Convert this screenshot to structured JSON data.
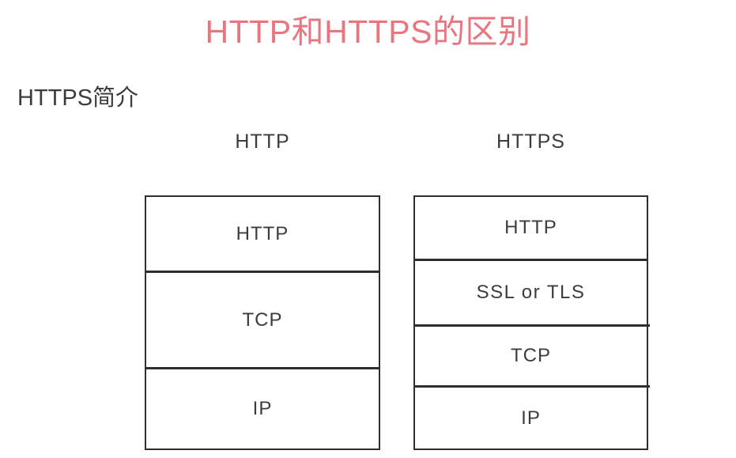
{
  "page": {
    "title": "HTTP和HTTPS的区别",
    "title_color": "#e8767e",
    "section_heading": "HTTPS简介",
    "text_color": "#3c3c3c",
    "background": "#ffffff"
  },
  "diagram": {
    "type": "protocol-stack-comparison",
    "stacks": [
      {
        "id": "http-stack",
        "header": "HTTP",
        "layers": [
          {
            "label": "HTTP"
          },
          {
            "label": "TCP"
          },
          {
            "label": "IP"
          }
        ]
      },
      {
        "id": "https-stack",
        "header": "HTTPS",
        "layers": [
          {
            "label": "HTTP"
          },
          {
            "label": "SSL  or  TLS"
          },
          {
            "label": "TCP"
          },
          {
            "label": "IP"
          }
        ]
      }
    ]
  }
}
